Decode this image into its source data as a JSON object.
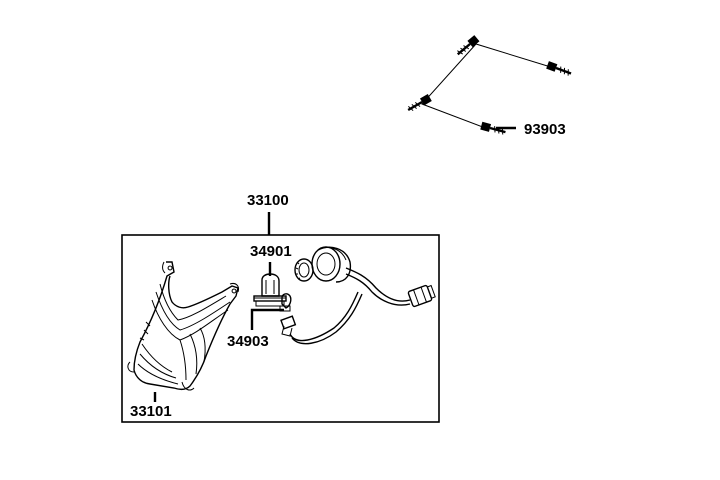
{
  "parts": [
    {
      "id": "screws",
      "number": "93903",
      "icon": "self-tapping-screw-icon"
    },
    {
      "id": "headlight-assembly",
      "number": "33100",
      "icon": "headlight-assembly-icon"
    },
    {
      "id": "headlight-bulb",
      "number": "34901",
      "icon": "halogen-bulb-icon"
    },
    {
      "id": "position-bulb",
      "number": "34903",
      "icon": "wedge-bulb-icon"
    },
    {
      "id": "headlight-lens",
      "number": "33101",
      "icon": "headlight-lens-icon"
    }
  ]
}
